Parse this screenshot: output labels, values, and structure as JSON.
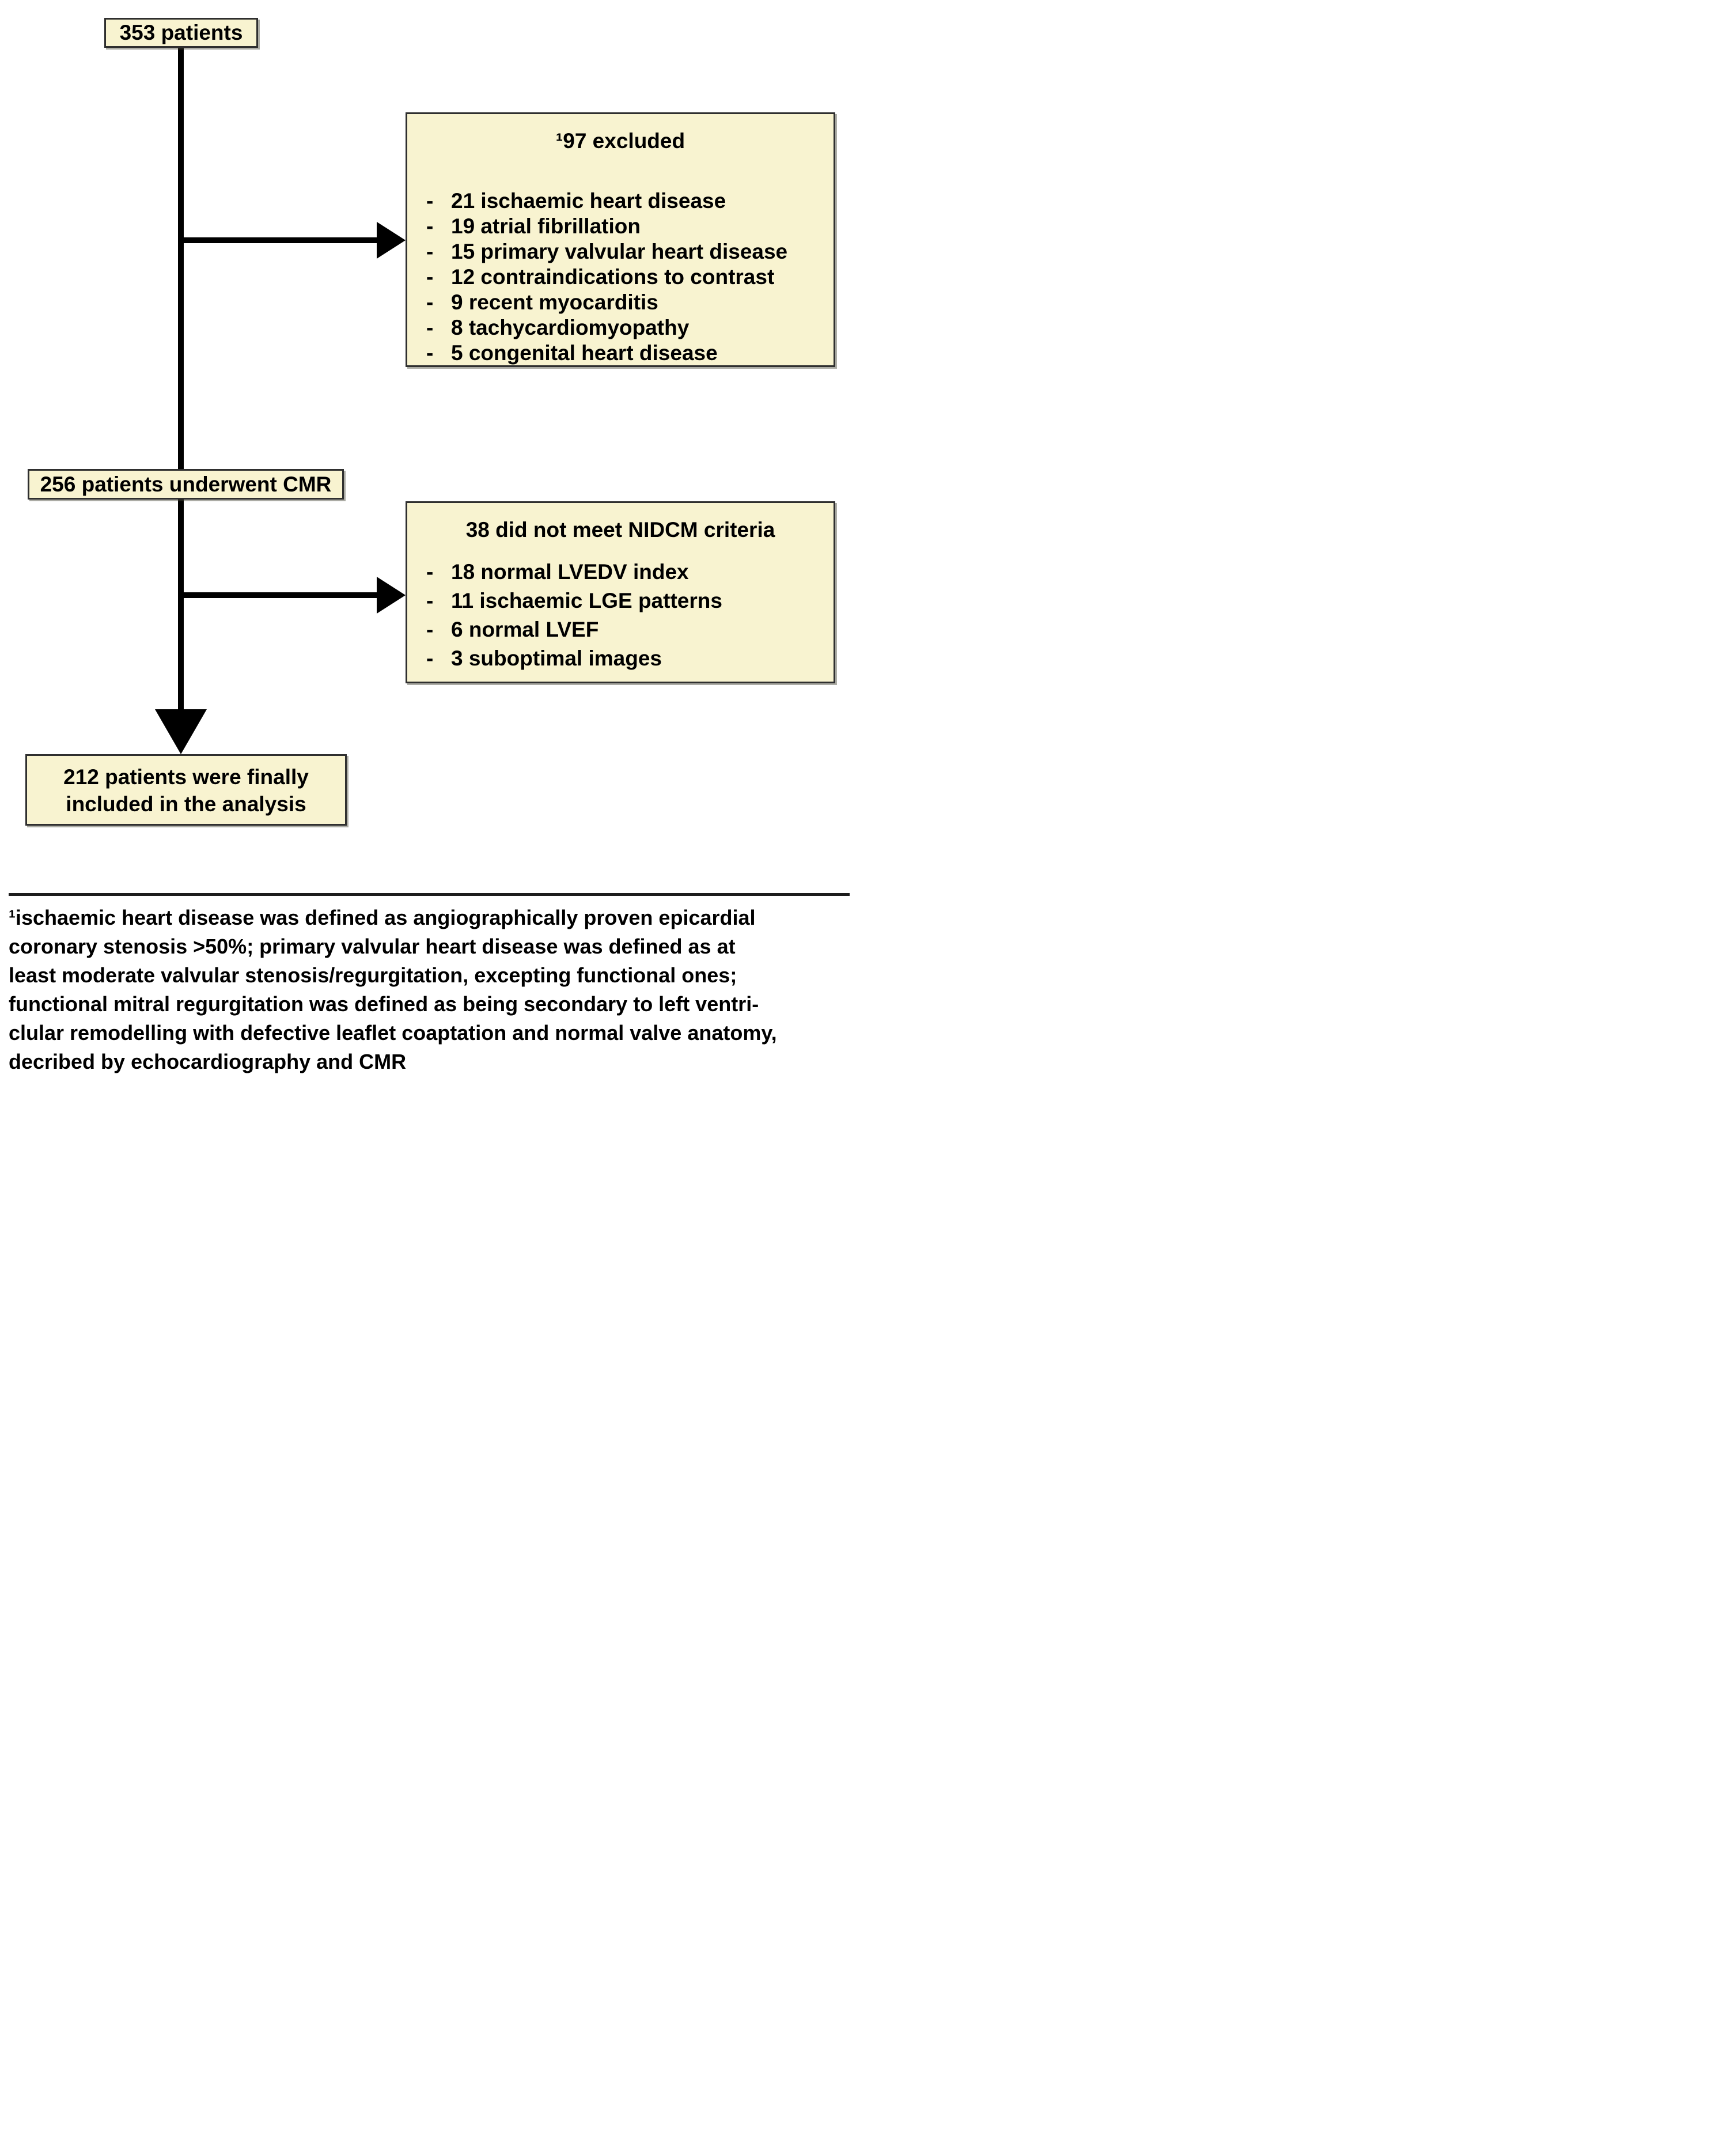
{
  "flow": {
    "colors": {
      "box_fill": "#f8f3d0",
      "box_border": "#2f2f2f",
      "arrow": "#000000",
      "text": "#000000"
    },
    "bullet": "-",
    "start": {
      "label": "353 patients"
    },
    "excluded": {
      "title": "¹97 excluded",
      "items": [
        "21 ischaemic heart disease",
        "19 atrial fibrillation",
        "15 primary valvular heart disease",
        "12 contraindications to contrast",
        "9 recent myocarditis",
        "8 tachycardiomyopathy",
        "5 congenital heart disease"
      ]
    },
    "cmr": {
      "label": "256 patients underwent CMR"
    },
    "nidcm": {
      "title": "38 did not meet NIDCM criteria",
      "items": [
        "18 normal LVEDV index",
        "11 ischaemic LGE patterns",
        "6 normal LVEF",
        "3 suboptimal images"
      ]
    },
    "final": {
      "line1": "212 patients were finally",
      "line2": "included in the analysis"
    },
    "footnote": {
      "lines": [
        "¹ischaemic heart disease was defined as angiographically proven epicardial",
        "coronary stenosis >50%; primary valvular heart disease was defined as at",
        "least moderate valvular stenosis/regurgitation, excepting functional ones;",
        "functional mitral regurgitation was defined as being secondary to left ventri-",
        "clular remodelling with defective leaflet coaptation and normal valve anatomy,",
        "decribed by echocardiography and CMR"
      ]
    }
  }
}
